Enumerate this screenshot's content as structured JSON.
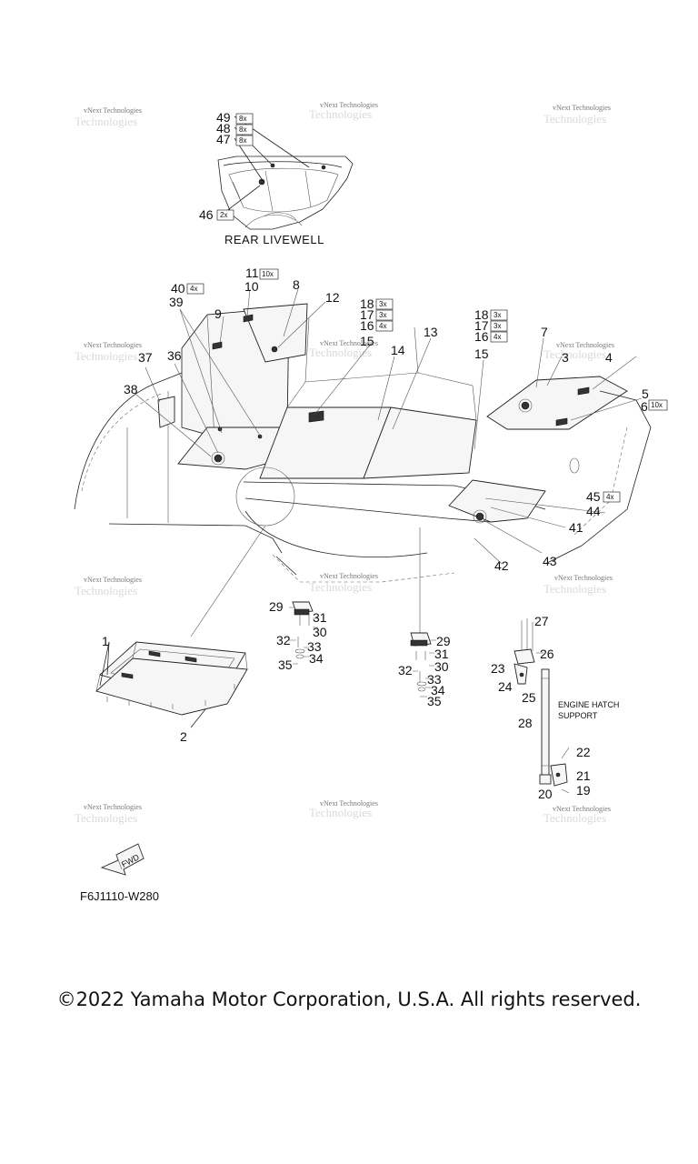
{
  "labels": {
    "l1": "1",
    "l2": "2",
    "l3": "3",
    "l4": "4",
    "l5": "5",
    "l6": "6",
    "l7": "7",
    "l8": "8",
    "l9": "9",
    "l10": "10",
    "l11": "11",
    "l12": "12",
    "l13": "13",
    "l14": "14",
    "l15a": "15",
    "l15b": "15",
    "l16a": "16",
    "l16b": "16",
    "l17a": "17",
    "l17b": "17",
    "l18a": "18",
    "l18b": "18",
    "l19": "19",
    "l20": "20",
    "l21": "21",
    "l22": "22",
    "l23": "23",
    "l24": "24",
    "l25": "25",
    "l26": "26",
    "l27": "27",
    "l28": "28",
    "l29a": "29",
    "l29b": "29",
    "l30a": "30",
    "l30b": "30",
    "l31a": "31",
    "l31b": "31",
    "l32a": "32",
    "l32b": "32",
    "l33a": "33",
    "l33b": "33",
    "l34a": "34",
    "l34b": "34",
    "l35a": "35",
    "l35b": "35",
    "l36": "36",
    "l37": "37",
    "l38": "38",
    "l39": "39",
    "l40": "40",
    "l41": "41",
    "l42": "42",
    "l43": "43",
    "l44": "44",
    "l45": "45",
    "l46": "46",
    "l47": "47",
    "l48": "48",
    "l49": "49"
  },
  "quantities": {
    "q49": "8x",
    "q48": "8x",
    "q47": "8x",
    "q46": "2x",
    "q11": "10x",
    "q40": "4x",
    "q18a": "3x",
    "q17a": "3x",
    "q16a": "4x",
    "q18b": "3x",
    "q17b": "3x",
    "q16b": "4x",
    "q6": "10x",
    "q45": "4x"
  },
  "captions": {
    "rear_livewell": "REAR LIVEWELL",
    "engine_hatch_line1": "ENGINE HATCH",
    "engine_hatch_line2": "SUPPORT",
    "fwd": "FWD",
    "diagram_code": "F6J1110-W280"
  },
  "watermark": {
    "line1": "vNext Technologies",
    "line2": "Technologies"
  },
  "copyright": "©2022 Yamaha Motor Corporation, U.S.A. All rights reserved."
}
